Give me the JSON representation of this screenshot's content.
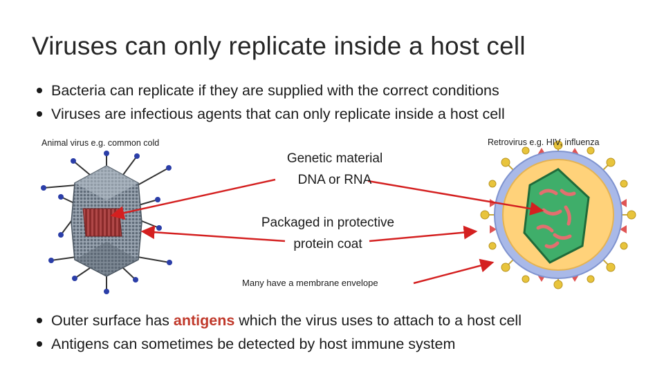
{
  "slide": {
    "title": "Viruses can only replicate inside a host cell",
    "top_bullets": [
      "Bacteria can replicate if they are supplied with the correct conditions",
      "Viruses are infectious agents that can only replicate inside a host cell"
    ],
    "labels": {
      "animal_virus": "Animal virus e.g. common cold",
      "retrovirus": "Retrovirus e.g. HIV, influenza",
      "genetic_line1": "Genetic material",
      "genetic_line2": "DNA or RNA",
      "coat_line1": "Packaged in protective",
      "coat_line2": "protein coat",
      "envelope": "Many have a membrane envelope"
    },
    "bottom_bullets": [
      {
        "before": "Outer surface has ",
        "highlight": "antigens",
        "after": " which the virus uses to attach to a host cell"
      },
      {
        "text": "Antigens can sometimes be detected by host immune system"
      }
    ],
    "colors": {
      "arrow": "#d42020",
      "highlight": "#c0392b",
      "capsid": "#8e9aa6",
      "envelope": "#ffd27a",
      "core": "#3fae6a"
    },
    "icons": [
      "adenovirus-illustration",
      "retrovirus-illustration"
    ]
  }
}
